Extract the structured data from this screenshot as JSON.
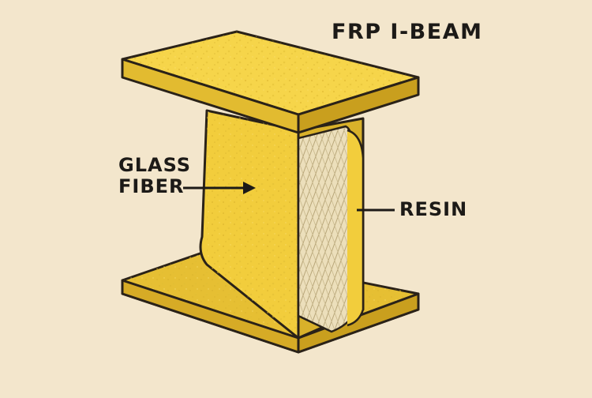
{
  "title": "FRP I-BEAM",
  "labels": {
    "glass_fiber_line1": "GLASS",
    "glass_fiber_line2": "FIBER",
    "resin": "RESIN"
  },
  "colors": {
    "background": "#f3e6cc",
    "beam_face": "#f2cd3c",
    "beam_top": "#f6d54a",
    "beam_shadow": "#c99f1e",
    "outline": "#2a2218",
    "fiber_core": "#e9dcb4",
    "text": "#1c1a17"
  }
}
